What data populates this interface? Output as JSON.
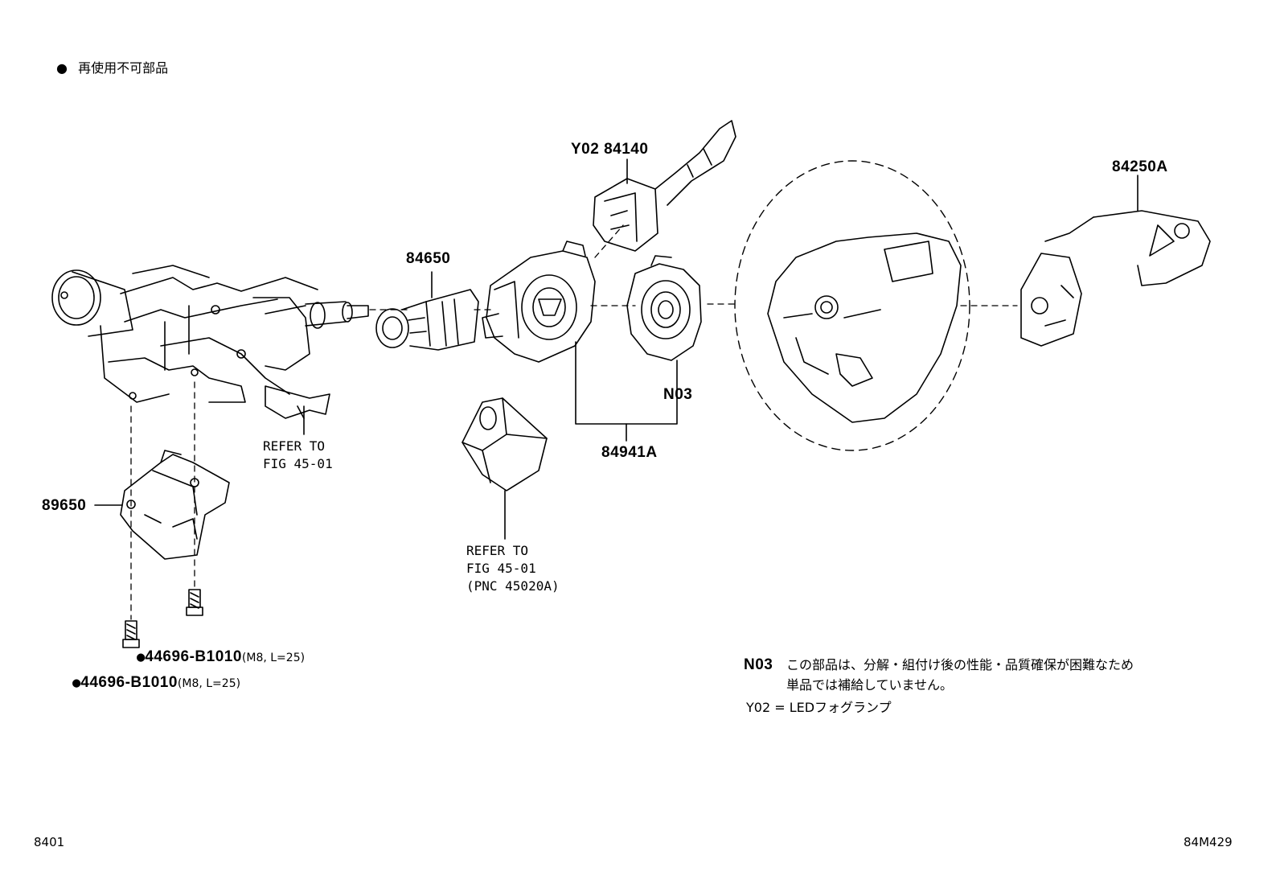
{
  "legend": {
    "bullet": "●",
    "text": "再使用不可部品"
  },
  "labels": {
    "y02_part": "Y02 84140",
    "p84250A": "84250A",
    "p84650": "84650",
    "n03": "N03",
    "p84941A": "84941A",
    "p89650": "89650",
    "refer_column": "REFER TO\nFIG 45-01",
    "refer_lock": "REFER TO\nFIG 45-01\n(PNC 45020A)",
    "bolt1_pn": "44696-B1010",
    "bolt1_spec": "(M8, L=25)",
    "bolt2_pn": "44696-B1010",
    "bolt2_spec": "(M8, L=25)"
  },
  "notes": {
    "n03_code": "N03",
    "n03_line1": "この部品は、分解・組付け後の性能・品質確保が困難なため",
    "n03_line2": "単品では補給していません。",
    "y02_line": "Y02 = LEDフォグランプ"
  },
  "footer": {
    "left": "8401",
    "right": "84M429"
  }
}
